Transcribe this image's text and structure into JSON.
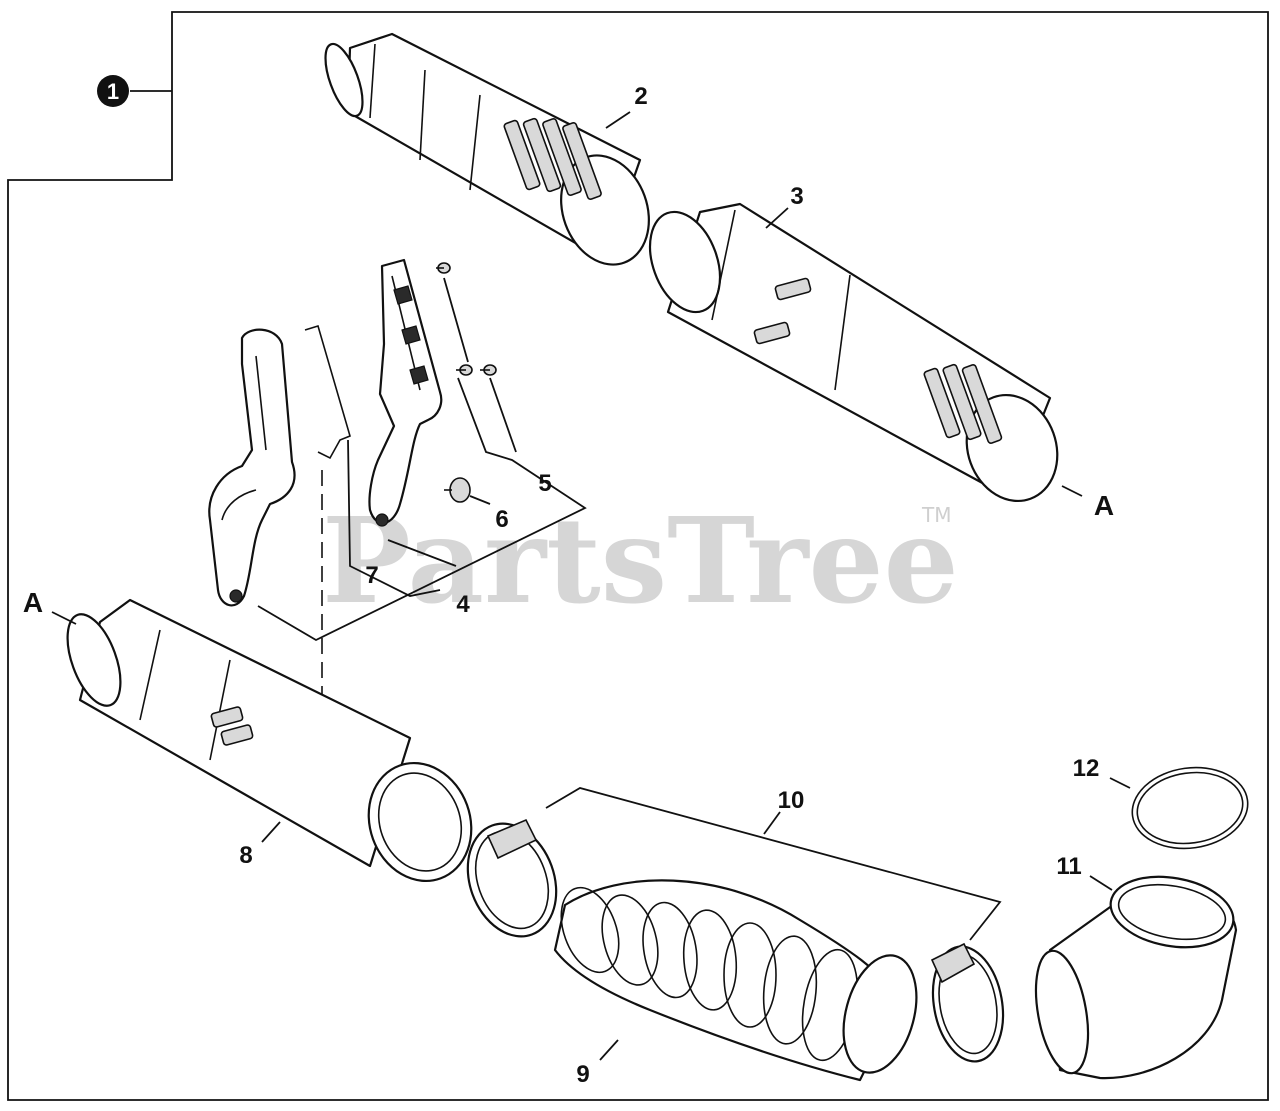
{
  "watermark": {
    "text": "PartsTree",
    "tm": "TM"
  },
  "assembly_badge": "1",
  "callouts": {
    "c2": "2",
    "c3": "3",
    "c4": "4",
    "c5": "5",
    "c6": "6",
    "c7": "7",
    "c8": "8",
    "c9": "9",
    "c10": "10",
    "c11": "11",
    "c12": "12"
  },
  "references": {
    "a_right": "A",
    "a_left": "A"
  },
  "colors": {
    "line": "#111111",
    "watermark": "#cfcfcf",
    "background": "#ffffff"
  }
}
